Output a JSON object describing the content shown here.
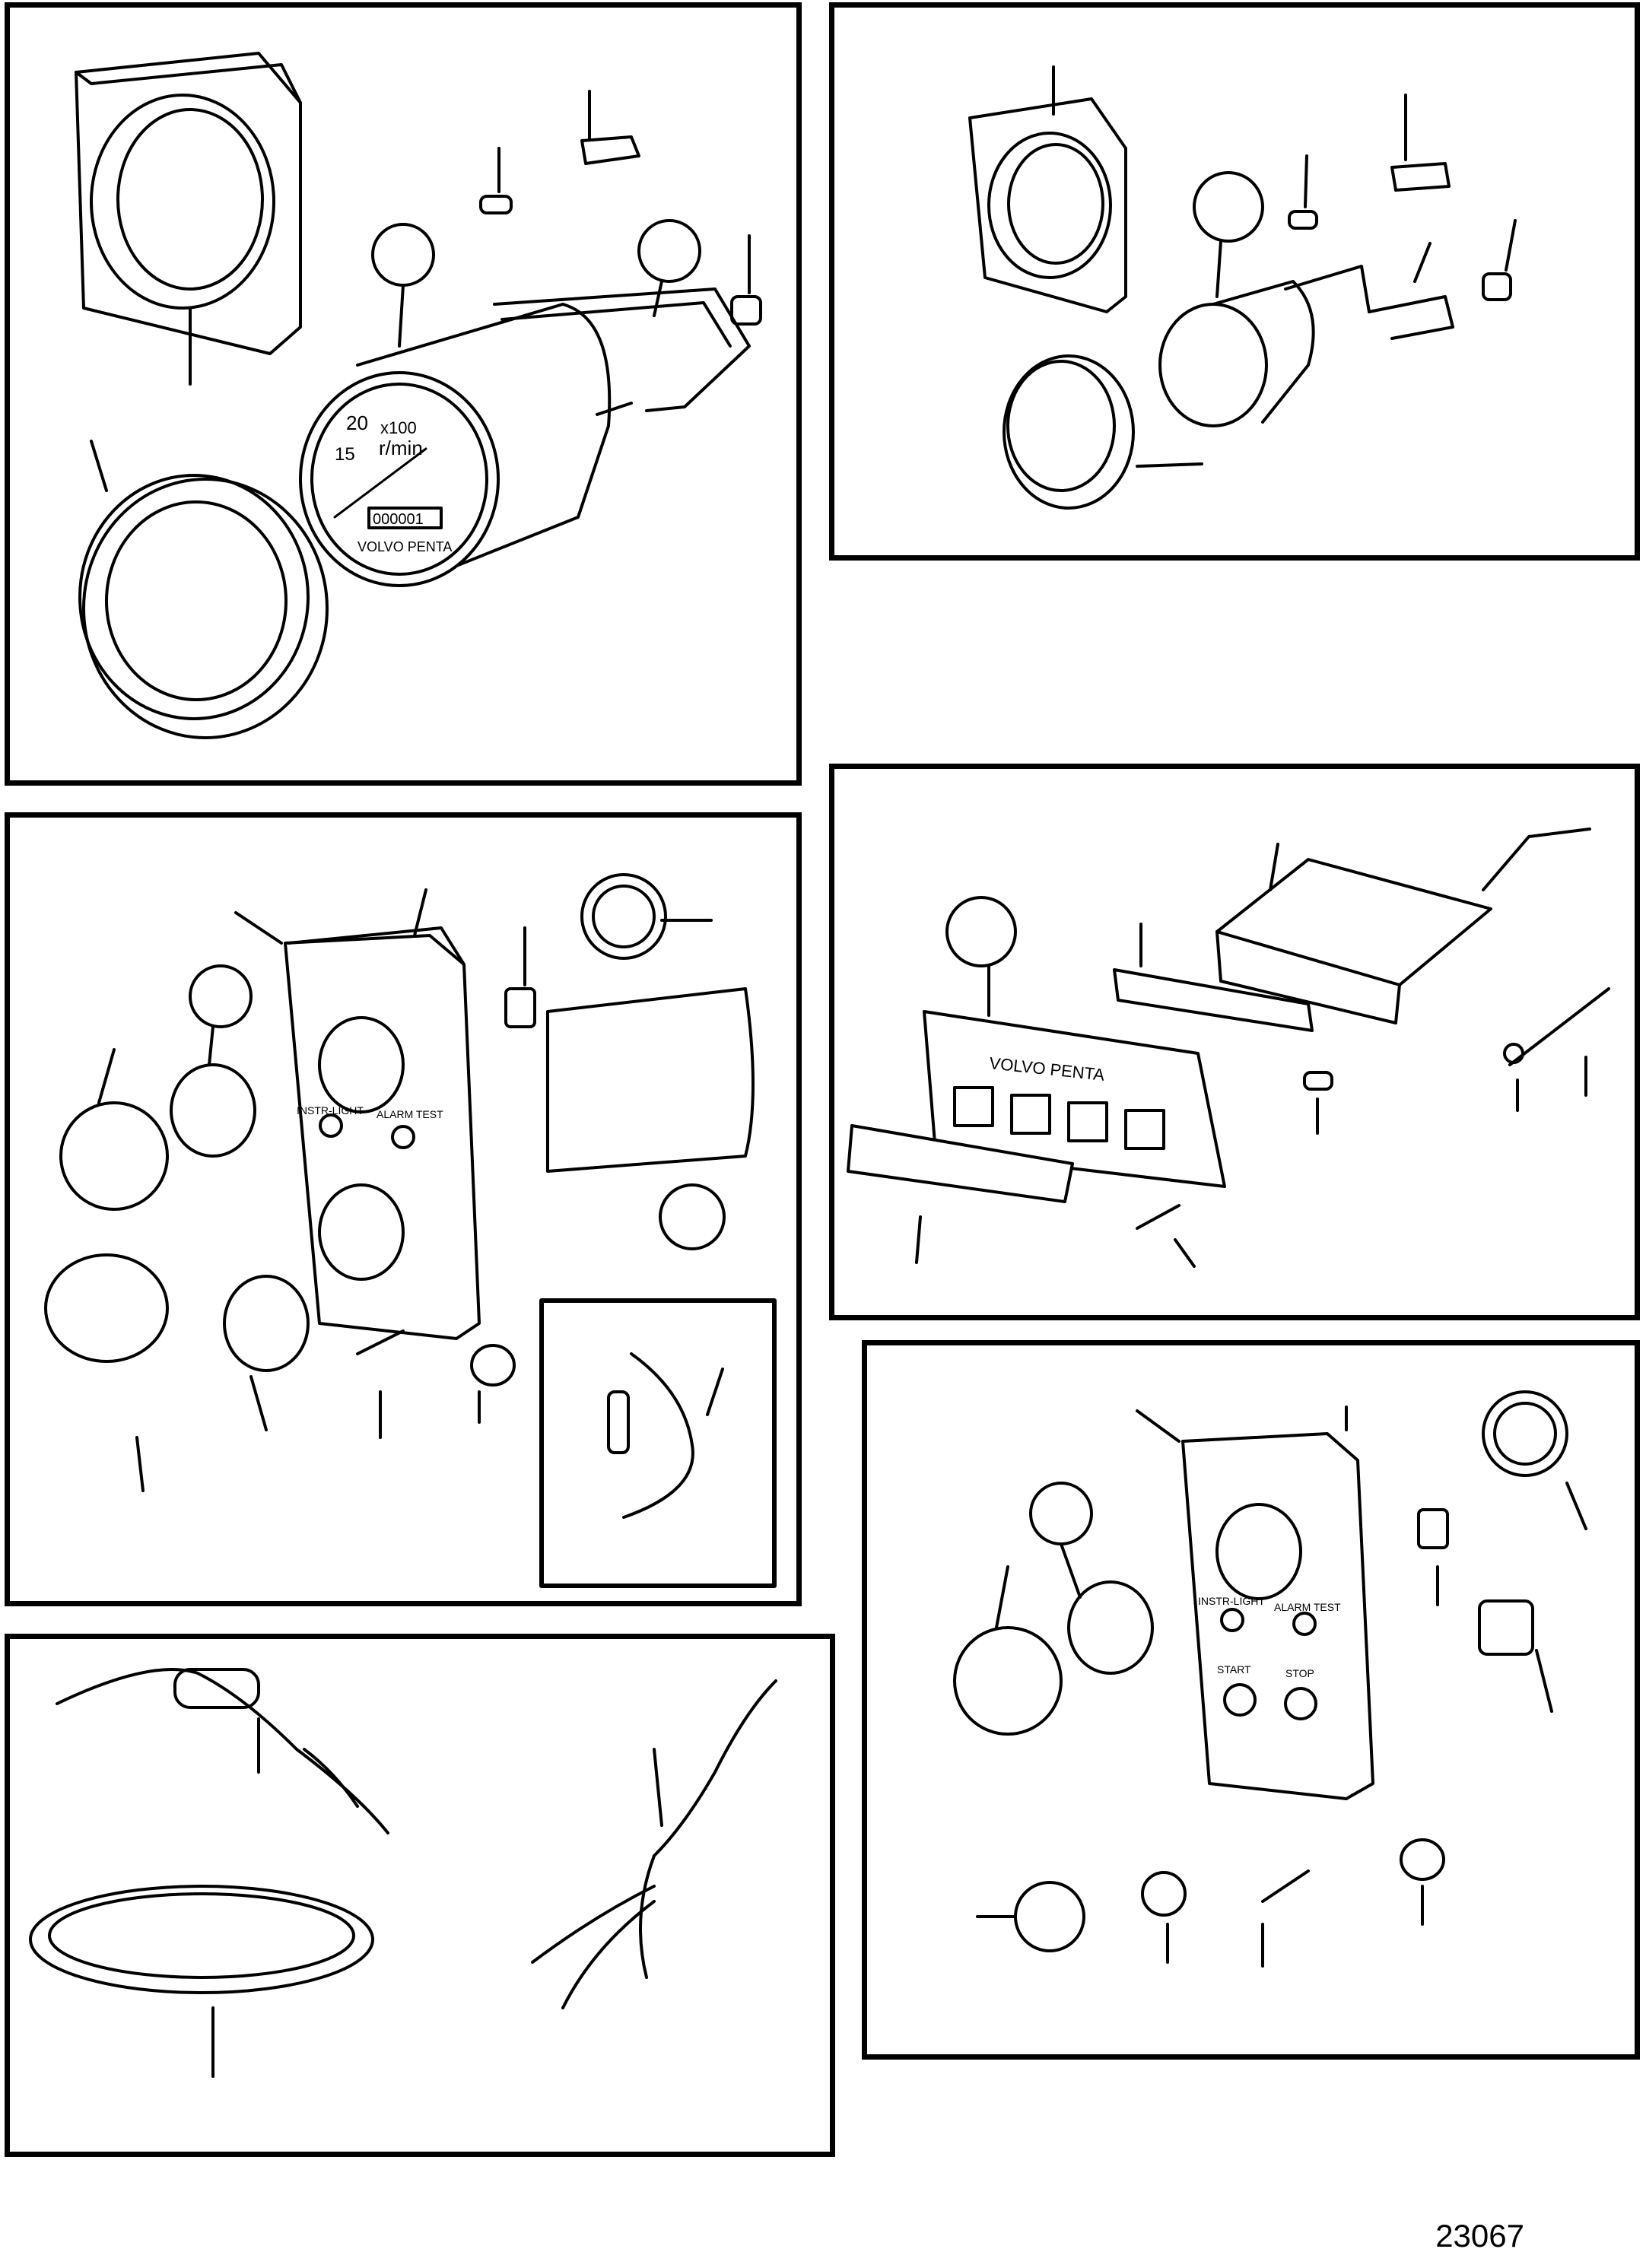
{
  "figure_number": "23067",
  "panels": {
    "tachometer": {
      "dial_scale_1": "20",
      "dial_scale_2": "15",
      "unit_multiplier": "x100",
      "unit": "r/min",
      "hour_counter": "000001",
      "brand": "VOLVO PENTA"
    },
    "small_gauge": {},
    "alarm_panel_a": {
      "label_instr_light": "INSTR-LIGHT",
      "label_alarm_test": "ALARM TEST"
    },
    "warning_panel": {
      "brand": "VOLVO PENTA"
    },
    "harnesses": {},
    "alarm_panel_b": {
      "label_instr_light": "INSTR-LIGHT",
      "label_alarm_test": "ALARM TEST",
      "label_start": "START",
      "label_stop": "STOP"
    }
  },
  "colors": {
    "line": "#000000",
    "background": "#ffffff"
  }
}
